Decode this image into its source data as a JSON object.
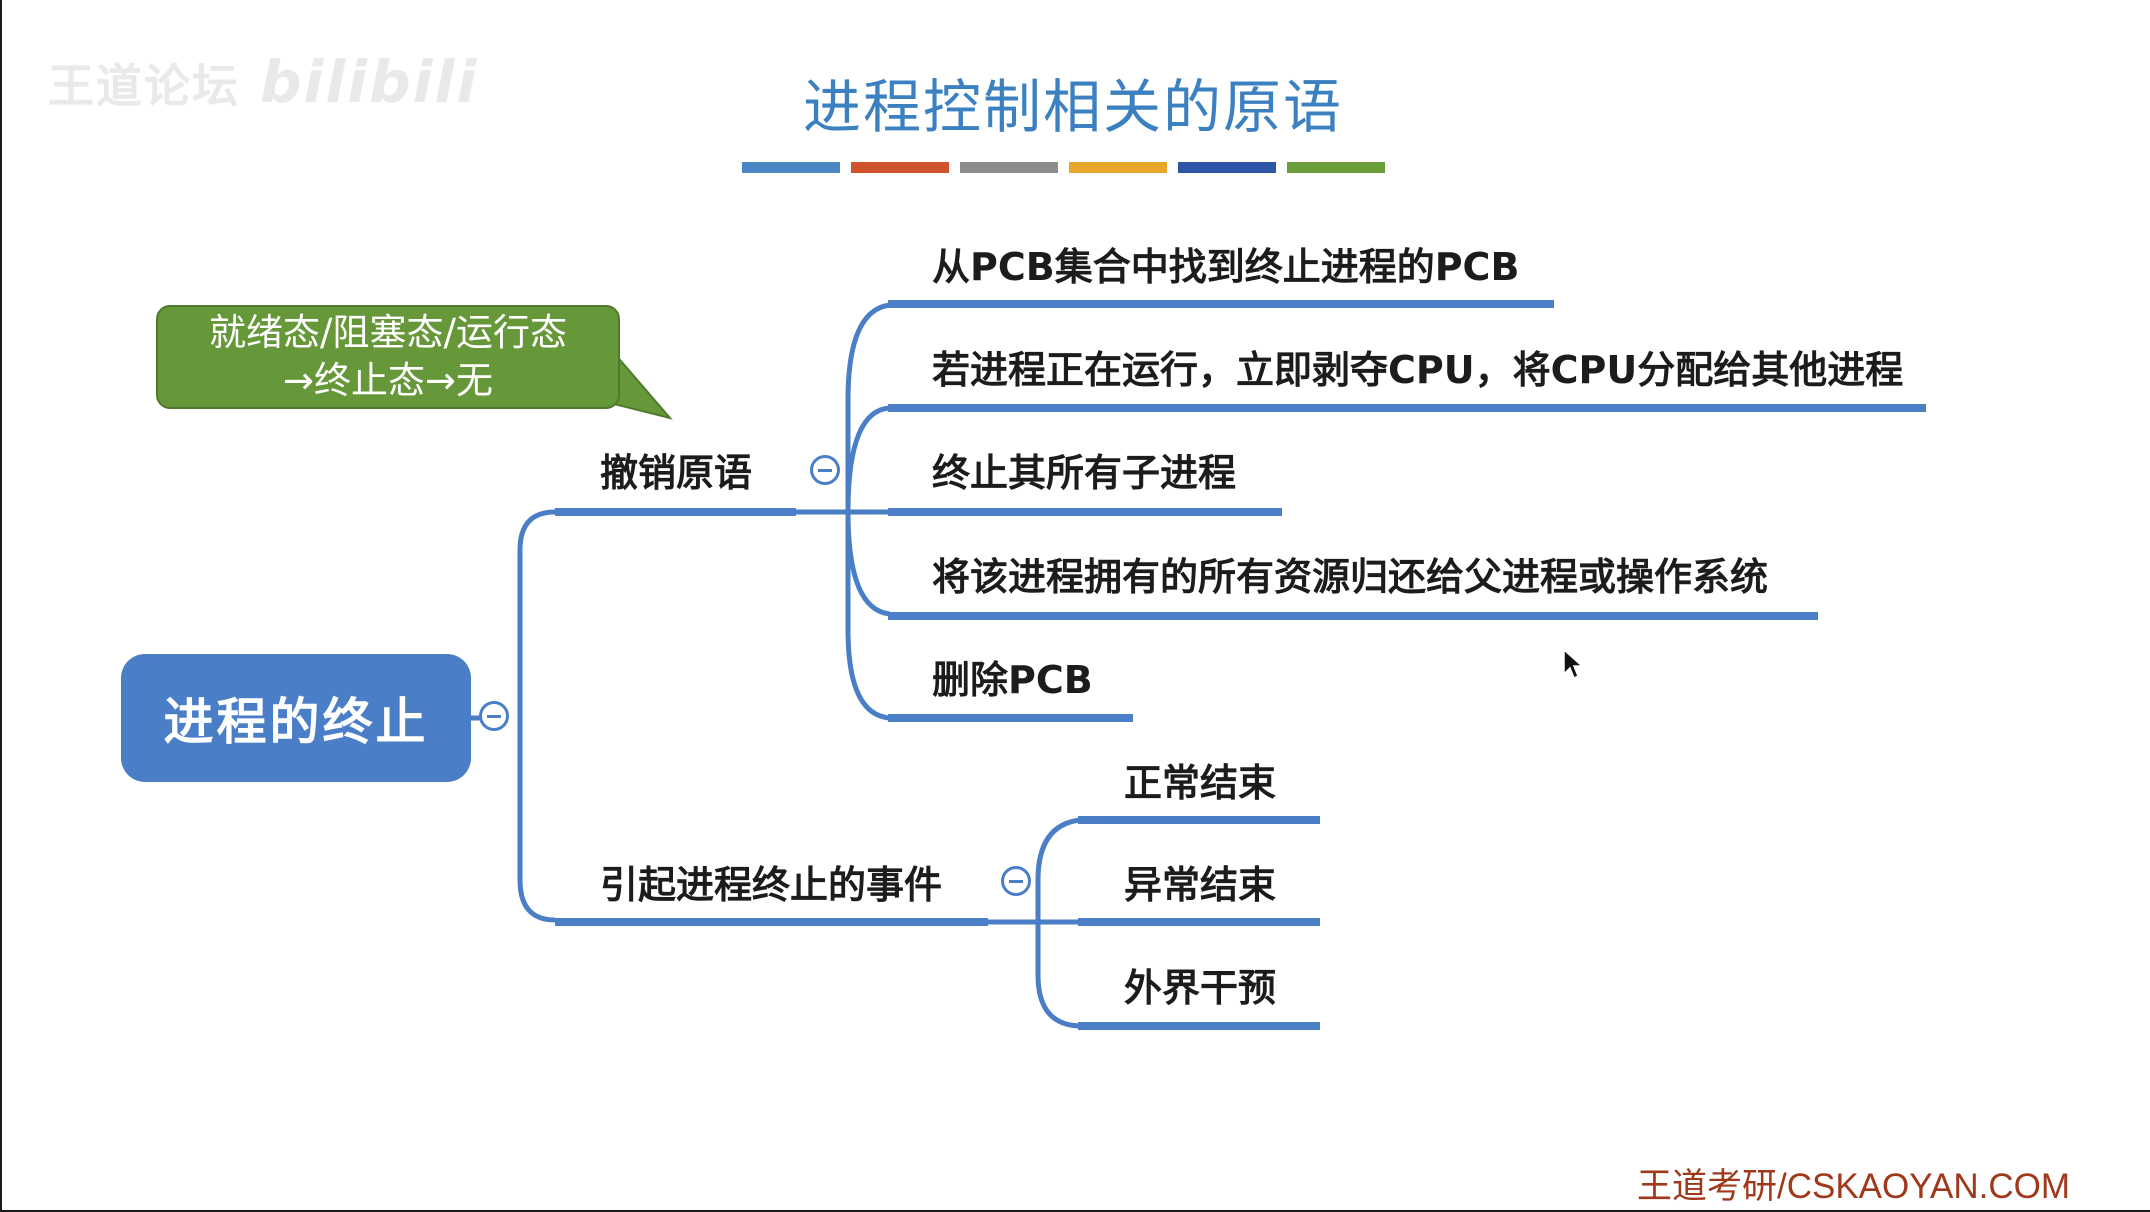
{
  "watermark": {
    "text": "王道论坛",
    "logo": "bilibili"
  },
  "title": "进程控制相关的原语",
  "stripe_colors": [
    "#4b86c5",
    "#d0532d",
    "#8c8c8c",
    "#e8a72a",
    "#2f56a6",
    "#6a9e3a"
  ],
  "root": {
    "label": "进程的终止"
  },
  "callout": {
    "line1": "就绪态/阻塞态/运行态",
    "line2": "→终止态→无"
  },
  "branches": [
    {
      "label": "撤销原语",
      "children": [
        "从PCB集合中找到终止进程的PCB",
        "若进程正在运行，立即剥夺CPU，将CPU分配给其他进程",
        "终止其所有子进程",
        "将该进程拥有的所有资源归还给父进程或操作系统",
        "删除PCB"
      ]
    },
    {
      "label": "引起进程终止的事件",
      "children": [
        "正常结束",
        "异常结束",
        "外界干预"
      ]
    }
  ],
  "colors": {
    "line": "#4a7ec6",
    "root_fill": "#4a7ec6",
    "callout_fill": "#66983a",
    "title": "#3b80c0",
    "footer": "#a0391c"
  },
  "icons": {
    "collapse": "minus-circle-icon",
    "cursor": "mouse-pointer-icon"
  },
  "footer": "王道考研/CSKAOYAN.COM"
}
